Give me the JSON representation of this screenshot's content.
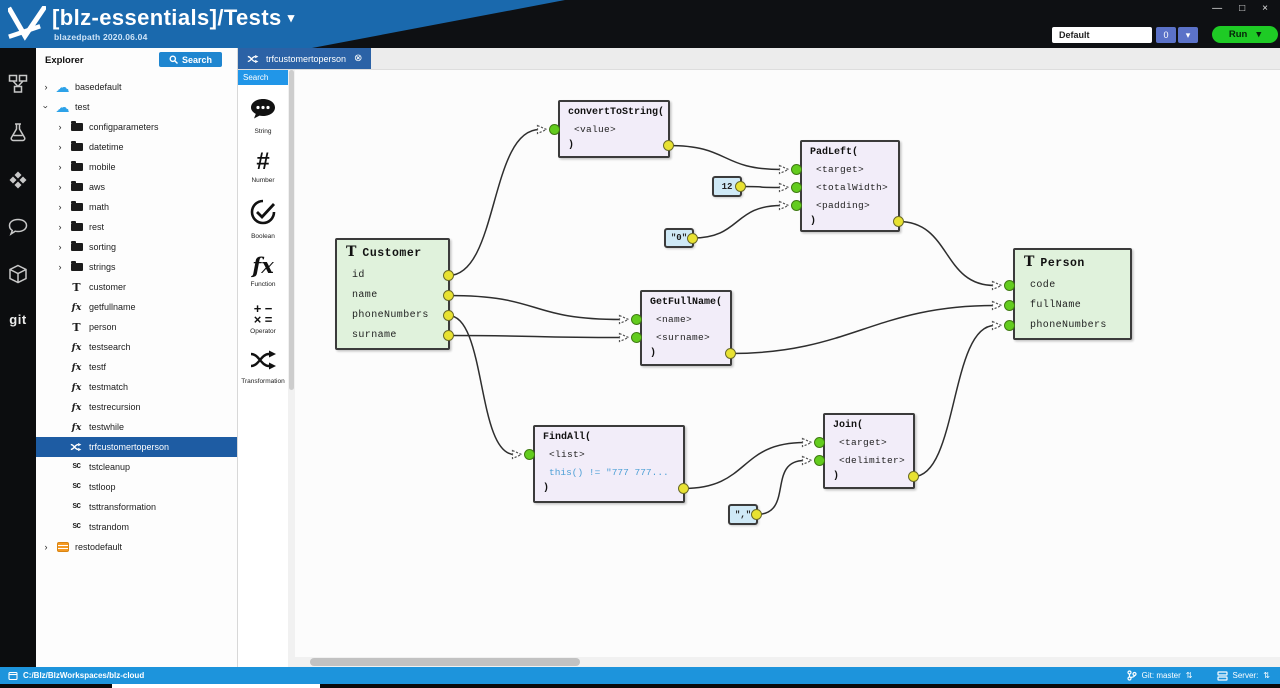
{
  "title_bar": {
    "title": "[blz-essentials]/Tests",
    "title_caret": "▾",
    "subtitle": "blazedpath 2020.06.04",
    "env_value": "Default",
    "badge_label": "0",
    "badge_caret": "▾",
    "run_label": "Run",
    "run_caret": "▾",
    "win_controls": {
      "minimize": "—",
      "maximize": "□",
      "close": "×"
    }
  },
  "activity_bar": {
    "git_label": "git",
    "icons": [
      "grid-icon",
      "flask-icon",
      "modules-icon",
      "chat-icon",
      "package-icon"
    ]
  },
  "explorer": {
    "header": "Explorer",
    "search_button": "Search",
    "tree": [
      {
        "icon": "cloud",
        "label": "basedefault",
        "arrow": "collapsed",
        "depth": 0
      },
      {
        "icon": "cloud",
        "label": "test",
        "arrow": "expanded",
        "depth": 0
      },
      {
        "icon": "folder",
        "label": "configparameters",
        "arrow": "collapsed",
        "depth": 1
      },
      {
        "icon": "folder",
        "label": "datetime",
        "arrow": "collapsed",
        "depth": 1
      },
      {
        "icon": "folder",
        "label": "mobile",
        "arrow": "collapsed",
        "depth": 1
      },
      {
        "icon": "folder",
        "label": "aws",
        "arrow": "collapsed",
        "depth": 1
      },
      {
        "icon": "folder",
        "label": "math",
        "arrow": "collapsed",
        "depth": 1
      },
      {
        "icon": "folder",
        "label": "rest",
        "arrow": "collapsed",
        "depth": 1
      },
      {
        "icon": "folder",
        "label": "sorting",
        "arrow": "collapsed",
        "depth": 1
      },
      {
        "icon": "folder",
        "label": "strings",
        "arrow": "collapsed",
        "depth": 1
      },
      {
        "icon": "type",
        "label": "customer",
        "depth": 1
      },
      {
        "icon": "fx",
        "label": "getfullname",
        "depth": 1
      },
      {
        "icon": "type",
        "label": "person",
        "depth": 1
      },
      {
        "icon": "fx",
        "label": "testsearch",
        "depth": 1
      },
      {
        "icon": "fx",
        "label": "testf",
        "depth": 1
      },
      {
        "icon": "fx",
        "label": "testmatch",
        "depth": 1
      },
      {
        "icon": "fx",
        "label": "testrecursion",
        "depth": 1
      },
      {
        "icon": "fx",
        "label": "testwhile",
        "depth": 1
      },
      {
        "icon": "shuffle",
        "label": "trfcustomertoperson",
        "depth": 1,
        "selected": true
      },
      {
        "icon": "script",
        "label": "tstcleanup",
        "depth": 1
      },
      {
        "icon": "script",
        "label": "tstloop",
        "depth": 1
      },
      {
        "icon": "script",
        "label": "tsttransformation",
        "depth": 1
      },
      {
        "icon": "script",
        "label": "tstrandom",
        "depth": 1
      },
      {
        "icon": "db",
        "label": "restodefault",
        "arrow": "collapsed",
        "depth": 0
      }
    ]
  },
  "tab_bar": {
    "active_tab": "trfcustomertoperson",
    "close_glyph": "⊗"
  },
  "palette": {
    "search_label": "Search",
    "items": [
      {
        "icon": "chat-bubble",
        "label": "String"
      },
      {
        "icon": "hash",
        "label": "Number"
      },
      {
        "icon": "check-circle",
        "label": "Boolean"
      },
      {
        "icon": "fx",
        "label": "Function"
      },
      {
        "icon": "operators",
        "label": "Operator"
      },
      {
        "icon": "shuffle",
        "label": "Transformation"
      }
    ]
  },
  "canvas": {
    "nodes": {
      "customer": {
        "kind": "record",
        "type_glyph": "T",
        "title": "Customer",
        "fields": [
          "id",
          "name",
          "phoneNumbers",
          "surname"
        ]
      },
      "person": {
        "kind": "record",
        "type_glyph": "T",
        "title": "Person",
        "fields": [
          "code",
          "fullName",
          "phoneNumbers"
        ]
      },
      "convertToString": {
        "kind": "function",
        "title": "convertToString(",
        "params": [
          "<value>"
        ],
        "close": ")"
      },
      "padLeft": {
        "kind": "function",
        "title": "PadLeft(",
        "params": [
          "<target>",
          "<totalWidth>",
          "<padding>"
        ],
        "close": ")"
      },
      "getFullName": {
        "kind": "function",
        "title": "GetFullName(",
        "params": [
          "<name>",
          "<surname>"
        ],
        "close": ")"
      },
      "findAll": {
        "kind": "function",
        "title": "FindAll(",
        "params": [
          "<list>"
        ],
        "code": "this() != \"777 777...",
        "close": ")"
      },
      "join": {
        "kind": "function",
        "title": "Join(",
        "params": [
          "<target>",
          "<delimiter>"
        ],
        "close": ")"
      },
      "lit12": {
        "kind": "literal",
        "value": "12"
      },
      "lit0": {
        "kind": "literal",
        "value": "\"0\""
      },
      "litComma": {
        "kind": "literal",
        "value": "\",\""
      }
    },
    "connections": [
      {
        "from": "customer.id",
        "to": "convertToString.value"
      },
      {
        "from": "customer.name",
        "to": "getFullName.name"
      },
      {
        "from": "customer.surname",
        "to": "getFullName.surname"
      },
      {
        "from": "customer.phoneNumbers",
        "to": "findAll.list"
      },
      {
        "from": "convertToString.out",
        "to": "padLeft.target"
      },
      {
        "from": "lit12.out",
        "to": "padLeft.totalWidth"
      },
      {
        "from": "lit0.out",
        "to": "padLeft.padding"
      },
      {
        "from": "padLeft.out",
        "to": "person.code"
      },
      {
        "from": "getFullName.out",
        "to": "person.fullName"
      },
      {
        "from": "findAll.out",
        "to": "join.target"
      },
      {
        "from": "litComma.out",
        "to": "join.delimiter"
      },
      {
        "from": "join.out",
        "to": "person.phoneNumbers"
      }
    ]
  },
  "status_bar": {
    "path": "C:/Blz/BlzWorkspaces/blz-cloud",
    "git": "Git: master",
    "server": "Server:",
    "updown_glyph": "⇅"
  }
}
